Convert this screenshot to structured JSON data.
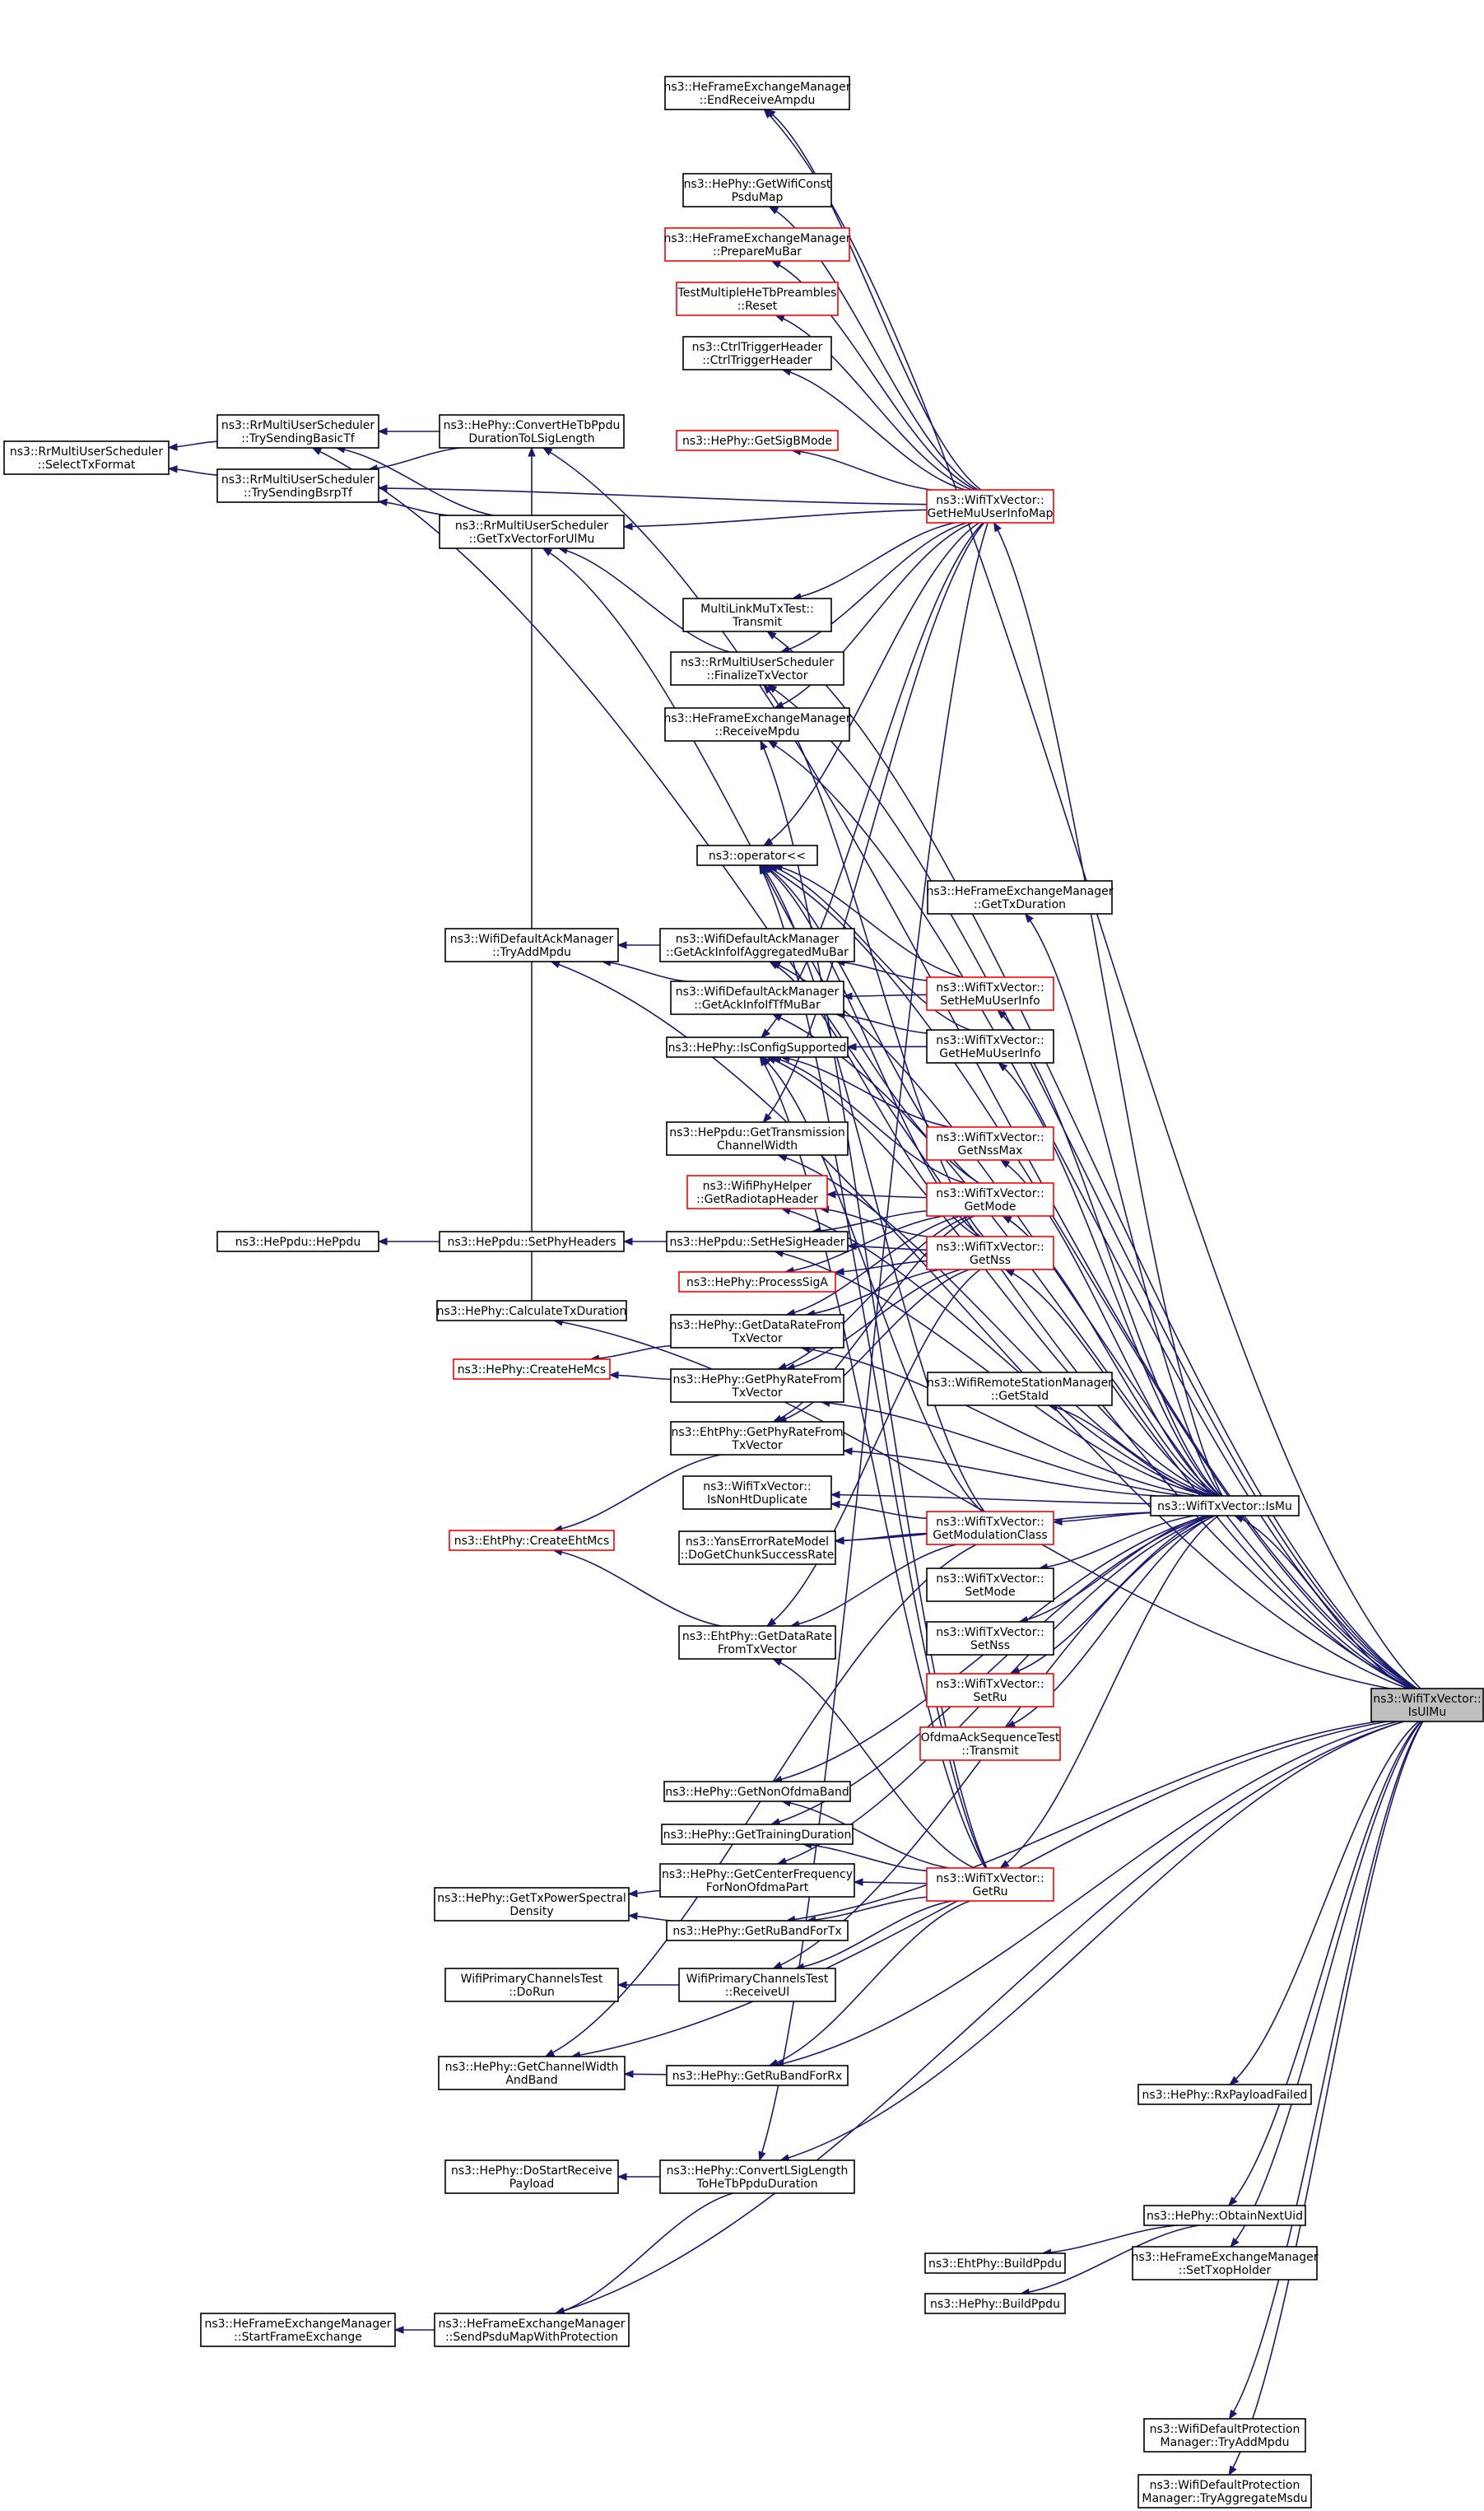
{
  "edges": [
    [
      "n_selecttx",
      "n_trybasic"
    ],
    [
      "n_selecttx",
      "n_trybsrp"
    ],
    [
      "n_trybasic",
      "n_convtb"
    ],
    [
      "n_trybasic",
      "n_gettxul"
    ],
    [
      "n_trybasic",
      "n_isulmu"
    ],
    [
      "n_trybsrp",
      "n_convtb"
    ],
    [
      "n_trybsrp",
      "n_gettxul"
    ],
    [
      "n_trybsrp",
      "n_gethemumap"
    ],
    [
      "n_convtb",
      "n_isulmu"
    ],
    [
      "n_convtb",
      "n_calctx"
    ],
    [
      "n_gettxul",
      "n_finalize"
    ],
    [
      "n_gettxul",
      "n_gethemumap"
    ],
    [
      "n_gettxul",
      "n_getmode"
    ],
    [
      "n_finalize",
      "n_gethemumap"
    ],
    [
      "n_finalize",
      "n_isulmu"
    ],
    [
      "n_finalize",
      "n_getnss"
    ],
    [
      "n_endrx",
      "n_gethemumap"
    ],
    [
      "n_endrx",
      "n_isulmu"
    ],
    [
      "n_getwifi",
      "n_gethemumap"
    ],
    [
      "n_preparemu",
      "n_gethemumap"
    ],
    [
      "n_testreset",
      "n_gethemumap"
    ],
    [
      "n_ctrltrig",
      "n_gethemumap"
    ],
    [
      "n_getsigb",
      "n_gethemumap"
    ],
    [
      "n_multilink",
      "n_gethemumap"
    ],
    [
      "n_multilink",
      "n_isulmu"
    ],
    [
      "n_recvmpdu",
      "n_gethemumap"
    ],
    [
      "n_recvmpdu",
      "n_isulmu"
    ],
    [
      "n_recvmpdu",
      "n_getru"
    ],
    [
      "n_operator",
      "n_gethemumap"
    ],
    [
      "n_operator",
      "n_sethemuuser"
    ],
    [
      "n_operator",
      "n_gethemuuser"
    ],
    [
      "n_operator",
      "n_getmode"
    ],
    [
      "n_operator",
      "n_getnss"
    ],
    [
      "n_operator",
      "n_getmodclass"
    ],
    [
      "n_operator",
      "n_getru"
    ],
    [
      "n_operator",
      "n_isulmu"
    ],
    [
      "n_gettxdur",
      "n_ismu"
    ],
    [
      "n_tryaddmpdu",
      "n_isulmu"
    ],
    [
      "n_tryaddmpdu",
      "n_ackmubar"
    ],
    [
      "n_tryaddmpdu",
      "n_acktfmubar"
    ],
    [
      "n_ackmubar",
      "n_sethemuuser"
    ],
    [
      "n_ackmubar",
      "n_isulmu"
    ],
    [
      "n_ackmubar",
      "n_getnss"
    ],
    [
      "n_acktfmubar",
      "n_sethemuuser"
    ],
    [
      "n_acktfmubar",
      "n_gethemuuser"
    ],
    [
      "n_acktfmubar",
      "n_isulmu"
    ],
    [
      "n_isconfig",
      "n_gethemumap"
    ],
    [
      "n_isconfig",
      "n_gethemuuser"
    ],
    [
      "n_isconfig",
      "n_getnssmax"
    ],
    [
      "n_isconfig",
      "n_getmode"
    ],
    [
      "n_isconfig",
      "n_getmodclass"
    ],
    [
      "n_isconfig",
      "n_getru"
    ],
    [
      "n_isconfig",
      "n_ismu"
    ],
    [
      "n_txchw",
      "n_gethemumap"
    ],
    [
      "n_txchw",
      "n_ismu"
    ],
    [
      "n_radiotap",
      "n_getmode"
    ],
    [
      "n_radiotap",
      "n_getnss"
    ],
    [
      "n_radiotap",
      "n_ismu"
    ],
    [
      "n_heppdu",
      "n_sethdr"
    ],
    [
      "n_sethdr",
      "n_sethesig"
    ],
    [
      "n_sethesig",
      "n_getmode"
    ],
    [
      "n_sethesig",
      "n_getnss"
    ],
    [
      "n_sethesig",
      "n_ismu"
    ],
    [
      "n_procsiga",
      "n_getmode"
    ],
    [
      "n_procsiga",
      "n_getnss"
    ],
    [
      "n_calctx",
      "n_isulmu"
    ],
    [
      "n_createhemcs",
      "n_getdatarate"
    ],
    [
      "n_createhemcs",
      "n_getphyrate"
    ],
    [
      "n_getdatarate",
      "n_getmode"
    ],
    [
      "n_getdatarate",
      "n_getnss"
    ],
    [
      "n_getdatarate",
      "n_ismu"
    ],
    [
      "n_getphyrate",
      "n_getmode"
    ],
    [
      "n_getphyrate",
      "n_getnss"
    ],
    [
      "n_getphyrate",
      "n_ismu"
    ],
    [
      "n_getstaid",
      "n_ismu"
    ],
    [
      "n_createehtmcs",
      "n_ehtphyrate"
    ],
    [
      "n_createehtmcs",
      "n_ehtdatarate"
    ],
    [
      "n_ehtphyrate",
      "n_getmode"
    ],
    [
      "n_ehtphyrate",
      "n_getnss"
    ],
    [
      "n_ehtphyrate",
      "n_ismu"
    ],
    [
      "n_isnonht",
      "n_getmodclass"
    ],
    [
      "n_isnonht",
      "n_ismu"
    ],
    [
      "n_dochunk",
      "n_getmodclass"
    ],
    [
      "n_dochunk",
      "n_ismu"
    ],
    [
      "n_ehtdatarate",
      "n_getmodclass"
    ],
    [
      "n_ehtdatarate",
      "n_getnss"
    ],
    [
      "n_ehtdatarate",
      "n_getru"
    ],
    [
      "n_setmode",
      "n_ismu"
    ],
    [
      "n_setnss",
      "n_ismu"
    ],
    [
      "n_setru",
      "n_ismu"
    ],
    [
      "n_ofdmatest",
      "n_ismu"
    ],
    [
      "n_getmodclass",
      "n_ismu"
    ],
    [
      "n_getmode",
      "n_ismu"
    ],
    [
      "n_getnss",
      "n_ismu"
    ],
    [
      "n_getnssmax",
      "n_ismu"
    ],
    [
      "n_sethemuuser",
      "n_ismu"
    ],
    [
      "n_gethemuuser",
      "n_ismu"
    ],
    [
      "n_gethemumap",
      "n_ismu"
    ],
    [
      "n_getru",
      "n_ismu"
    ],
    [
      "n_nonofdma",
      "n_getru"
    ],
    [
      "n_nonofdma",
      "n_ismu"
    ],
    [
      "n_training",
      "n_getru"
    ],
    [
      "n_training",
      "n_ismu"
    ],
    [
      "n_centerfreq",
      "n_getru"
    ],
    [
      "n_centerfreq",
      "n_ismu"
    ],
    [
      "n_txpsd",
      "n_centerfreq"
    ],
    [
      "n_txpsd",
      "n_rubandtx"
    ],
    [
      "n_rubandtx",
      "n_getru"
    ],
    [
      "n_rubandtx",
      "n_isulmu"
    ],
    [
      "n_primdorun",
      "n_primrecv"
    ],
    [
      "n_primrecv",
      "n_getru"
    ],
    [
      "n_primrecv",
      "n_ismu"
    ],
    [
      "n_chwband",
      "n_rubandrx"
    ],
    [
      "n_chwband",
      "n_getmodclass"
    ],
    [
      "n_chwband",
      "n_isulmu"
    ],
    [
      "n_rubandrx",
      "n_getru"
    ],
    [
      "n_rubandrx",
      "n_isulmu"
    ],
    [
      "n_rxpayload",
      "n_isulmu"
    ],
    [
      "n_dostart",
      "n_convlsig"
    ],
    [
      "n_convlsig",
      "n_isulmu"
    ],
    [
      "n_convlsig",
      "n_gethemumap"
    ],
    [
      "n_startframe",
      "n_sendpsdu"
    ],
    [
      "n_sendpsdu",
      "n_convlsig"
    ],
    [
      "n_sendpsdu",
      "n_isulmu"
    ],
    [
      "n_ehtbuild",
      "n_obtainuid"
    ],
    [
      "n_hebuild",
      "n_obtainuid"
    ],
    [
      "n_obtainuid",
      "n_isulmu"
    ],
    [
      "n_settxop",
      "n_isulmu"
    ],
    [
      "n_protadd",
      "n_isulmu"
    ],
    [
      "n_protagg",
      "n_isulmu"
    ],
    [
      "n_ismu",
      "n_isulmu"
    ]
  ],
  "nodes": [
    {
      "id": "n_selecttx",
      "lines": [
        "ns3::RrMultiUserScheduler",
        "::SelectTxFormat"
      ],
      "highlight": "none"
    },
    {
      "id": "n_trybasic",
      "lines": [
        "ns3::RrMultiUserScheduler",
        "::TrySendingBasicTf"
      ],
      "highlight": "none"
    },
    {
      "id": "n_trybsrp",
      "lines": [
        "ns3::RrMultiUserScheduler",
        "::TrySendingBsrpTf"
      ],
      "highlight": "none"
    },
    {
      "id": "n_convtb",
      "lines": [
        "ns3::HePhy::ConvertHeTbPpdu",
        "DurationToLSigLength"
      ],
      "highlight": "none"
    },
    {
      "id": "n_gettxul",
      "lines": [
        "ns3::RrMultiUserScheduler",
        "::GetTxVectorForUlMu"
      ],
      "highlight": "none"
    },
    {
      "id": "n_endrx",
      "lines": [
        "ns3::HeFrameExchangeManager",
        "::EndReceiveAmpdu"
      ],
      "highlight": "none"
    },
    {
      "id": "n_getwifi",
      "lines": [
        "ns3::HePhy::GetWifiConst",
        "PsduMap"
      ],
      "highlight": "none"
    },
    {
      "id": "n_preparemu",
      "lines": [
        "ns3::HeFrameExchangeManager",
        "::PrepareMuBar"
      ],
      "highlight": "red"
    },
    {
      "id": "n_testreset",
      "lines": [
        "TestMultipleHeTbPreambles",
        "::Reset"
      ],
      "highlight": "red"
    },
    {
      "id": "n_ctrltrig",
      "lines": [
        "ns3::CtrlTriggerHeader",
        "::CtrlTriggerHeader"
      ],
      "highlight": "none"
    },
    {
      "id": "n_getsigb",
      "lines": [
        "ns3::HePhy::GetSigBMode"
      ],
      "highlight": "red"
    },
    {
      "id": "n_gethemumap",
      "lines": [
        "ns3::WifiTxVector::",
        "GetHeMuUserInfoMap"
      ],
      "highlight": "red"
    },
    {
      "id": "n_multilink",
      "lines": [
        "MultiLinkMuTxTest::",
        "Transmit"
      ],
      "highlight": "none"
    },
    {
      "id": "n_finalize",
      "lines": [
        "ns3::RrMultiUserScheduler",
        "::FinalizeTxVector"
      ],
      "highlight": "none"
    },
    {
      "id": "n_recvmpdu",
      "lines": [
        "ns3::HeFrameExchangeManager",
        "::ReceiveMpdu"
      ],
      "highlight": "none"
    },
    {
      "id": "n_operator",
      "lines": [
        "ns3::operator<<"
      ],
      "highlight": "none"
    },
    {
      "id": "n_gettxdur",
      "lines": [
        "ns3::HeFrameExchangeManager",
        "::GetTxDuration"
      ],
      "highlight": "none"
    },
    {
      "id": "n_tryaddmpdu",
      "lines": [
        "ns3::WifiDefaultAckManager",
        "::TryAddMpdu"
      ],
      "highlight": "none"
    },
    {
      "id": "n_ackmubar",
      "lines": [
        "ns3::WifiDefaultAckManager",
        "::GetAckInfoIfAggregatedMuBar"
      ],
      "highlight": "none"
    },
    {
      "id": "n_acktfmubar",
      "lines": [
        "ns3::WifiDefaultAckManager",
        "::GetAckInfoIfTfMuBar"
      ],
      "highlight": "none"
    },
    {
      "id": "n_sethemuuser",
      "lines": [
        "ns3::WifiTxVector::",
        "SetHeMuUserInfo"
      ],
      "highlight": "red"
    },
    {
      "id": "n_isconfig",
      "lines": [
        "ns3::HePhy::IsConfigSupported"
      ],
      "highlight": "none"
    },
    {
      "id": "n_gethemuuser",
      "lines": [
        "ns3::WifiTxVector::",
        "GetHeMuUserInfo"
      ],
      "highlight": "none"
    },
    {
      "id": "n_txchw",
      "lines": [
        "ns3::HePpdu::GetTransmission",
        "ChannelWidth"
      ],
      "highlight": "none"
    },
    {
      "id": "n_getnssmax",
      "lines": [
        "ns3::WifiTxVector::",
        "GetNssMax"
      ],
      "highlight": "red"
    },
    {
      "id": "n_radiotap",
      "lines": [
        "ns3::WifiPhyHelper",
        "::GetRadiotapHeader"
      ],
      "highlight": "red"
    },
    {
      "id": "n_getmode",
      "lines": [
        "ns3::WifiTxVector::",
        "GetMode"
      ],
      "highlight": "red"
    },
    {
      "id": "n_heppdu",
      "lines": [
        "ns3::HePpdu::HePpdu"
      ],
      "highlight": "none"
    },
    {
      "id": "n_sethdr",
      "lines": [
        "ns3::HePpdu::SetPhyHeaders"
      ],
      "highlight": "none"
    },
    {
      "id": "n_sethesig",
      "lines": [
        "ns3::HePpdu::SetHeSigHeader"
      ],
      "highlight": "none"
    },
    {
      "id": "n_getnss",
      "lines": [
        "ns3::WifiTxVector::",
        "GetNss"
      ],
      "highlight": "red"
    },
    {
      "id": "n_procsiga",
      "lines": [
        "ns3::HePhy::ProcessSigA"
      ],
      "highlight": "red"
    },
    {
      "id": "n_calctx",
      "lines": [
        "ns3::HePhy::CalculateTxDuration"
      ],
      "highlight": "none"
    },
    {
      "id": "n_getdatarate",
      "lines": [
        "ns3::HePhy::GetDataRateFrom",
        "TxVector"
      ],
      "highlight": "none"
    },
    {
      "id": "n_createhemcs",
      "lines": [
        "ns3::HePhy::CreateHeMcs"
      ],
      "highlight": "red"
    },
    {
      "id": "n_getphyrate",
      "lines": [
        "ns3::HePhy::GetPhyRateFrom",
        "TxVector"
      ],
      "highlight": "none"
    },
    {
      "id": "n_getstaid",
      "lines": [
        "ns3::WifiRemoteStationManager",
        "::GetStaId"
      ],
      "highlight": "none"
    },
    {
      "id": "n_ehtphyrate",
      "lines": [
        "ns3::EhtPhy::GetPhyRateFrom",
        "TxVector"
      ],
      "highlight": "none"
    },
    {
      "id": "n_isnonht",
      "lines": [
        "ns3::WifiTxVector::",
        "IsNonHtDuplicate"
      ],
      "highlight": "none"
    },
    {
      "id": "n_ismu",
      "lines": [
        "ns3::WifiTxVector::IsMu"
      ],
      "highlight": "none"
    },
    {
      "id": "n_getmodclass",
      "lines": [
        "ns3::WifiTxVector::",
        "GetModulationClass"
      ],
      "highlight": "red"
    },
    {
      "id": "n_createehtmcs",
      "lines": [
        "ns3::EhtPhy::CreateEhtMcs"
      ],
      "highlight": "red"
    },
    {
      "id": "n_dochunk",
      "lines": [
        "ns3::YansErrorRateModel",
        "::DoGetChunkSuccessRate"
      ],
      "highlight": "none"
    },
    {
      "id": "n_setmode",
      "lines": [
        "ns3::WifiTxVector::",
        "SetMode"
      ],
      "highlight": "none"
    },
    {
      "id": "n_ehtdatarate",
      "lines": [
        "ns3::EhtPhy::GetDataRate",
        "FromTxVector"
      ],
      "highlight": "none"
    },
    {
      "id": "n_setnss",
      "lines": [
        "ns3::WifiTxVector::",
        "SetNss"
      ],
      "highlight": "none"
    },
    {
      "id": "n_isulmu",
      "lines": [
        "ns3::WifiTxVector::",
        "IsUlMu"
      ],
      "highlight": "target"
    },
    {
      "id": "n_setru",
      "lines": [
        "ns3::WifiTxVector::",
        "SetRu"
      ],
      "highlight": "red"
    },
    {
      "id": "n_ofdmatest",
      "lines": [
        "OfdmaAckSequenceTest",
        "::Transmit"
      ],
      "highlight": "red"
    },
    {
      "id": "n_nonofdma",
      "lines": [
        "ns3::HePhy::GetNonOfdmaBand"
      ],
      "highlight": "none"
    },
    {
      "id": "n_training",
      "lines": [
        "ns3::HePhy::GetTrainingDuration"
      ],
      "highlight": "none"
    },
    {
      "id": "n_getru",
      "lines": [
        "ns3::WifiTxVector::",
        "GetRu"
      ],
      "highlight": "red"
    },
    {
      "id": "n_txpsd",
      "lines": [
        "ns3::HePhy::GetTxPowerSpectral",
        "Density"
      ],
      "highlight": "none"
    },
    {
      "id": "n_centerfreq",
      "lines": [
        "ns3::HePhy::GetCenterFrequency",
        "ForNonOfdmaPart"
      ],
      "highlight": "none"
    },
    {
      "id": "n_rubandtx",
      "lines": [
        "ns3::HePhy::GetRuBandForTx"
      ],
      "highlight": "none"
    },
    {
      "id": "n_primdorun",
      "lines": [
        "WifiPrimaryChannelsTest",
        "::DoRun"
      ],
      "highlight": "none"
    },
    {
      "id": "n_primrecv",
      "lines": [
        "WifiPrimaryChannelsTest",
        "::ReceiveUl"
      ],
      "highlight": "none"
    },
    {
      "id": "n_chwband",
      "lines": [
        "ns3::HePhy::GetChannelWidth",
        "AndBand"
      ],
      "highlight": "none"
    },
    {
      "id": "n_rubandrx",
      "lines": [
        "ns3::HePhy::GetRuBandForRx"
      ],
      "highlight": "none"
    },
    {
      "id": "n_rxpayload",
      "lines": [
        "ns3::HePhy::RxPayloadFailed"
      ],
      "highlight": "none"
    },
    {
      "id": "n_dostart",
      "lines": [
        "ns3::HePhy::DoStartReceive",
        "Payload"
      ],
      "highlight": "none"
    },
    {
      "id": "n_convlsig",
      "lines": [
        "ns3::HePhy::ConvertLSigLength",
        "ToHeTbPpduDuration"
      ],
      "highlight": "none"
    },
    {
      "id": "n_obtainuid",
      "lines": [
        "ns3::HePhy::ObtainNextUid"
      ],
      "highlight": "none"
    },
    {
      "id": "n_ehtbuild",
      "lines": [
        "ns3::EhtPhy::BuildPpdu"
      ],
      "highlight": "none"
    },
    {
      "id": "n_settxop",
      "lines": [
        "ns3::HeFrameExchangeManager",
        "::SetTxopHolder"
      ],
      "highlight": "none"
    },
    {
      "id": "n_hebuild",
      "lines": [
        "ns3::HePhy::BuildPpdu"
      ],
      "highlight": "none"
    },
    {
      "id": "n_startframe",
      "lines": [
        "ns3::HeFrameExchangeManager",
        "::StartFrameExchange"
      ],
      "highlight": "none"
    },
    {
      "id": "n_sendpsdu",
      "lines": [
        "ns3::HeFrameExchangeManager",
        "::SendPsduMapWithProtection"
      ],
      "highlight": "none"
    },
    {
      "id": "n_protadd",
      "lines": [
        "ns3::WifiDefaultProtection",
        "Manager::TryAddMpdu"
      ],
      "highlight": "none"
    },
    {
      "id": "n_protagg",
      "lines": [
        "ns3::WifiDefaultProtection",
        "Manager::TryAggregateMsdu"
      ],
      "highlight": "none"
    }
  ]
}
